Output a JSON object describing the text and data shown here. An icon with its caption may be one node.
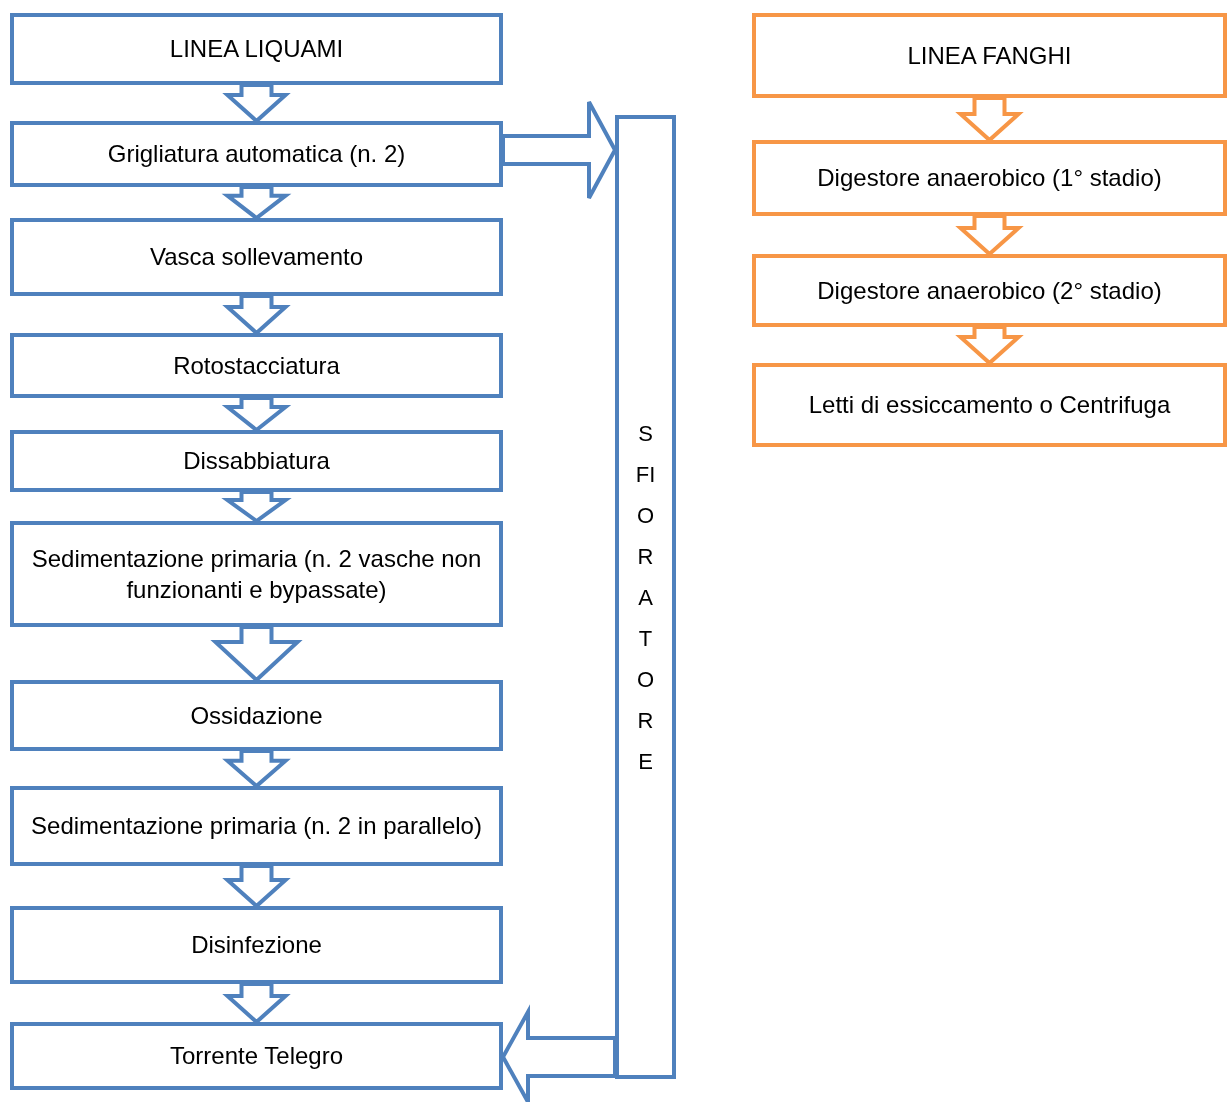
{
  "diagram": {
    "nodes": [
      {
        "text": [
          "LINEA LIQUAMI"
        ]
      },
      {
        "text": [
          "Grigliatura automatica (n. 2)"
        ]
      },
      {
        "text": [
          "Vasca sollevamento"
        ]
      },
      {
        "text": [
          "Rotostacciatura"
        ]
      },
      {
        "text": [
          "Dissabbiatura"
        ]
      },
      {
        "text": [
          "Sedimentazione primaria (n. 2 vasche non funzionanti e bypassate)"
        ]
      },
      {
        "text": [
          "Ossidazione"
        ]
      },
      {
        "text": [
          "Sedimentazione  primaria (n. 2 in parallelo)"
        ]
      },
      {
        "text": [
          "Disinfezione"
        ]
      },
      {
        "text": [
          "Torrente Telegro"
        ]
      },
      {
        "text": [
          "SFIORATORE"
        ]
      },
      {
        "text": [
          "LINEA FANGHI"
        ]
      },
      {
        "text": [
          "Digestore anaerobico (1° stadio)"
        ]
      },
      {
        "text": [
          "Digestore anaerobico (2° stadio)"
        ]
      },
      {
        "text": [
          "Letti di essiccamento  o Centrifuga"
        ]
      }
    ],
    "edges": [
      {
        "from": 0,
        "to": 1,
        "arrow": "to"
      },
      {
        "from": 1,
        "to": 2,
        "arrow": "to"
      },
      {
        "from": 2,
        "to": 3,
        "arrow": "to"
      },
      {
        "from": 3,
        "to": 4,
        "arrow": "to"
      },
      {
        "from": 4,
        "to": 5,
        "arrow": "to"
      },
      {
        "from": 5,
        "to": 6,
        "arrow": "to"
      },
      {
        "from": 6,
        "to": 7,
        "arrow": "to"
      },
      {
        "from": 7,
        "to": 8,
        "arrow": "to"
      },
      {
        "from": 8,
        "to": 9,
        "arrow": "to"
      },
      {
        "from": 1,
        "to": 10,
        "arrow": "to"
      },
      {
        "from": 10,
        "to": 9,
        "arrow": "to"
      },
      {
        "from": 11,
        "to": 12,
        "arrow": "to",
        "color": "#f79646"
      },
      {
        "from": 12,
        "to": 13,
        "arrow": "to",
        "color": "#f79646"
      },
      {
        "from": 13,
        "to": 14,
        "arrow": "to",
        "color": "#f79646"
      }
    ]
  }
}
